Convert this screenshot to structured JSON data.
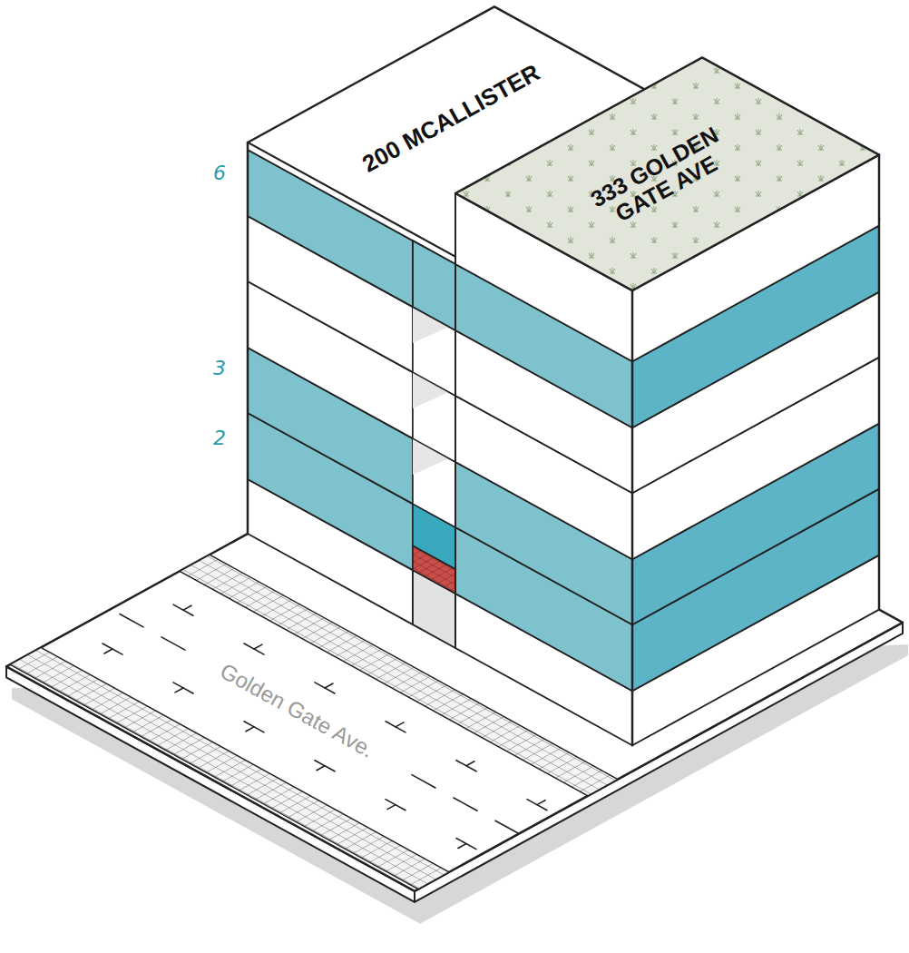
{
  "diagram": {
    "nodes": [
      {
        "text": [
          "200 MCALLISTER"
        ]
      },
      {
        "text": [
          "333 GOLDEN GATE AVE"
        ]
      },
      {
        "text": [
          "Golden Gate Ave."
        ]
      }
    ],
    "labels": [
      "6",
      "3",
      "2"
    ]
  }
}
